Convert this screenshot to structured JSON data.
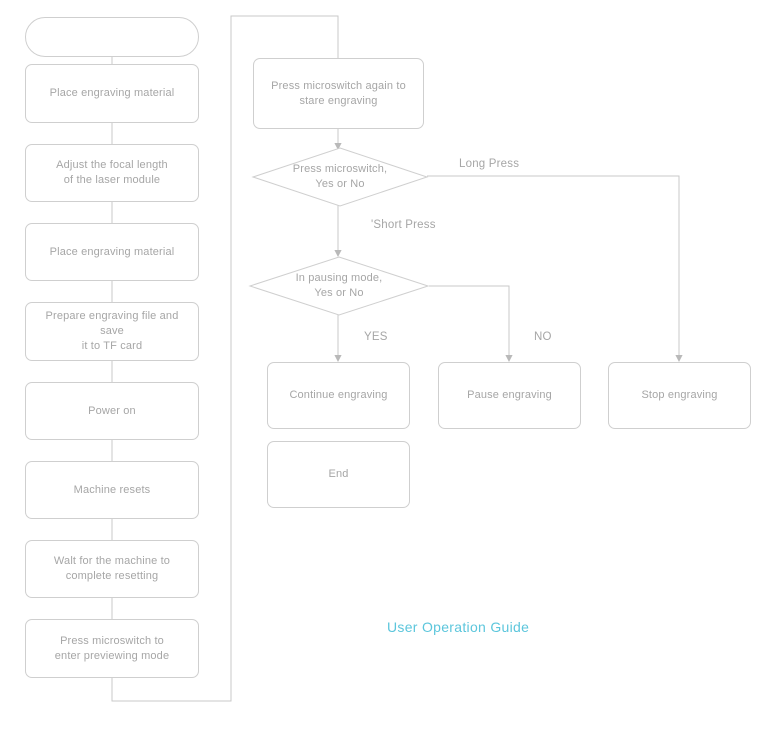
{
  "diagram": {
    "title_caption": "User Operation Guide",
    "caption_color": "#5cc6dc",
    "line_color": "#c9c9c9",
    "box_border_color": "#cfcfcf",
    "text_color": "#a6a6a6"
  },
  "left_column": {
    "nodes": [
      {
        "id": "start",
        "label": "",
        "shape": "terminator"
      },
      {
        "id": "place-material-1",
        "label": "Place engraving material",
        "shape": "process"
      },
      {
        "id": "adjust-focal",
        "label": "Adjust the focal length\nof the laser module",
        "shape": "process"
      },
      {
        "id": "place-material-2",
        "label": "Place engraving material",
        "shape": "process"
      },
      {
        "id": "prepare-file",
        "label": "Prepare engraving file and save\nit to TF card",
        "shape": "process"
      },
      {
        "id": "power-on",
        "label": "Power on",
        "shape": "process"
      },
      {
        "id": "machine-resets",
        "label": "Machine resets",
        "shape": "process"
      },
      {
        "id": "wait-reset",
        "label": "Walt for the machine to\ncomplete resetting",
        "shape": "process"
      },
      {
        "id": "press-preview",
        "label": "Press microswitch to\nenter previewing mode",
        "shape": "process"
      }
    ]
  },
  "right_column": {
    "start_engraving": {
      "label": "Press microswitch again to\nstare engraving"
    },
    "decision_press": {
      "label": "Press microswitch,\nYes or No"
    },
    "decision_pause": {
      "label": "In pausing mode,\nYes or No"
    },
    "outcomes": [
      {
        "id": "continue-engraving",
        "label": "Continue engraving"
      },
      {
        "id": "pause-engraving",
        "label": "Pause engraving"
      },
      {
        "id": "stop-engraving",
        "label": "Stop engraving"
      }
    ],
    "end_node": {
      "label": "End"
    }
  },
  "edge_labels": [
    {
      "id": "long-press",
      "text": "Long Press"
    },
    {
      "id": "short-press",
      "text": "'Short Press"
    },
    {
      "id": "yes",
      "text": "YES"
    },
    {
      "id": "no",
      "text": "NO"
    }
  ]
}
